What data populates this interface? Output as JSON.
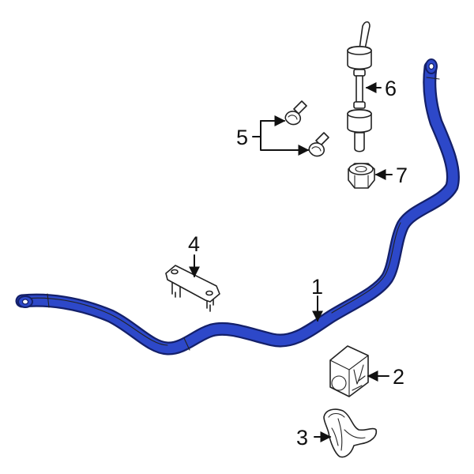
{
  "colors": {
    "bar_fill": "#2d48c9",
    "bar_outline": "#14206a",
    "ink": "#111111"
  },
  "callouts": {
    "c1": "1",
    "c2": "2",
    "c3": "3",
    "c4": "4",
    "c5": "5",
    "c6": "6",
    "c7": "7"
  }
}
